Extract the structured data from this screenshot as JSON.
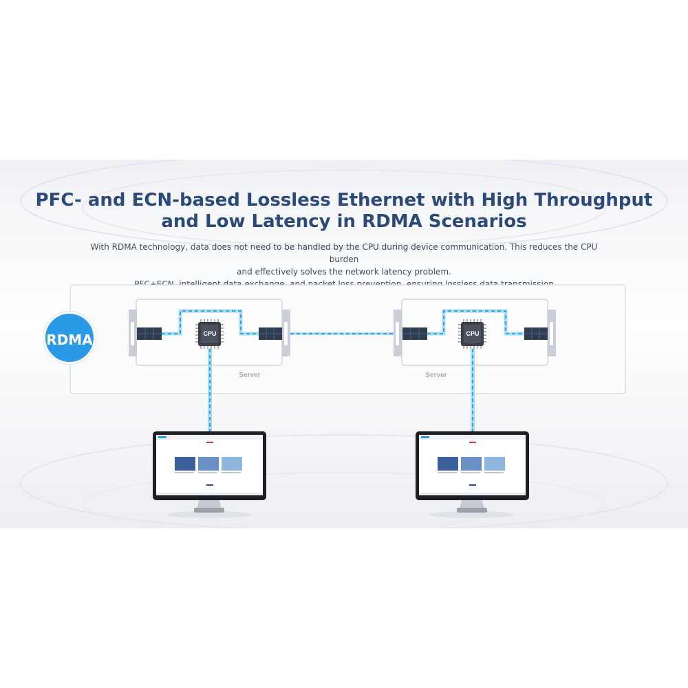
{
  "header": {
    "title": "PFC- and ECN-based Lossless Ethernet with High Throughput and Low Latency in RDMA Scenarios",
    "description": [
      "With RDMA technology, data does not need to be handled by the CPU during device communication. This reduces the CPU burden",
      "and effectively solves the network latency problem.",
      "PFC+ECN, intelligent data exchange, and packet loss prevention, ensuring lossless data transmission"
    ]
  },
  "diagram": {
    "badge_label": "RDMA",
    "server_label": "Server",
    "cpu_label": "CPU"
  },
  "colors": {
    "title": "#2c4a78",
    "accent_blue": "#2a9ae6",
    "link_light": "#a9dcf5",
    "link_dash": "#1a8fd6",
    "port_dark": "#2e3d52",
    "bracket": "#c9ced8"
  }
}
